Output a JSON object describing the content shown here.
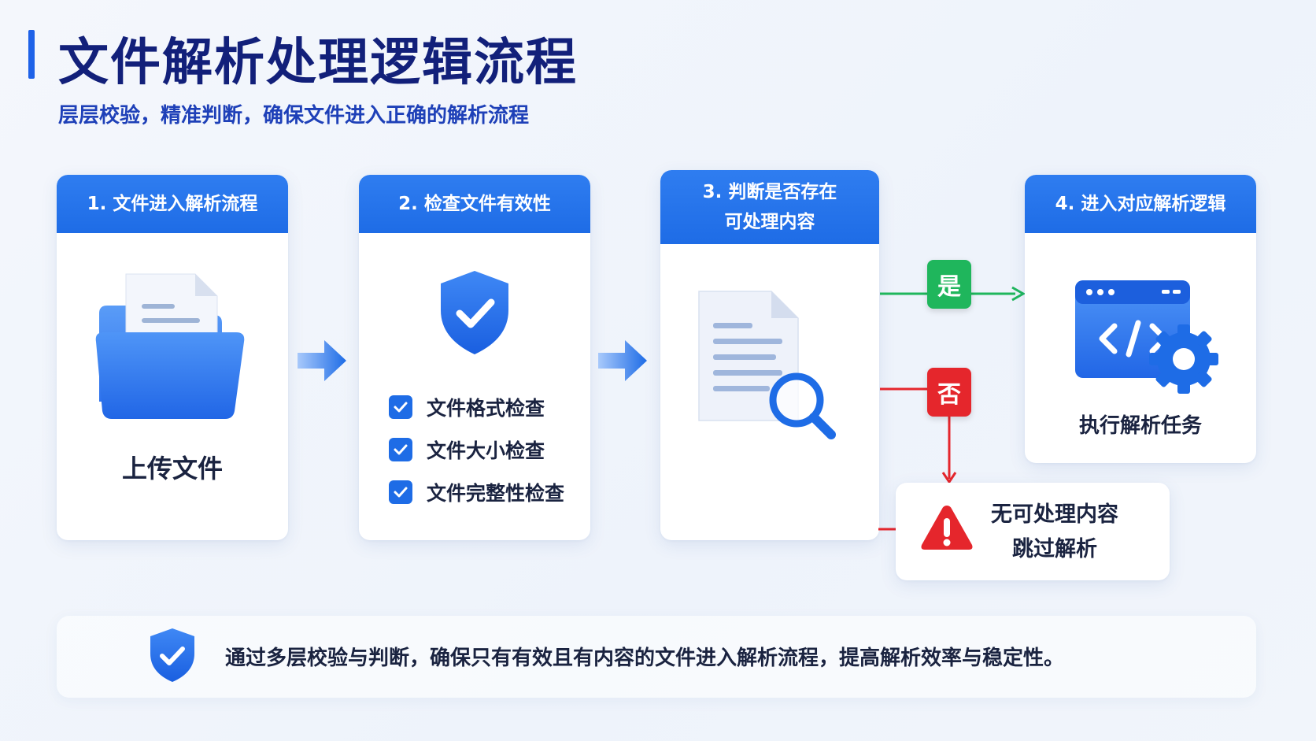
{
  "header": {
    "title": "文件解析处理逻辑流程",
    "subtitle": "层层校验，精准判断，确保文件进入正确的解析流程"
  },
  "steps": [
    {
      "title": "1. 文件进入解析流程",
      "icon": "folder-document-icon",
      "label": "上传文件"
    },
    {
      "title": "2. 检查文件有效性",
      "icon": "shield-check-icon",
      "checks": [
        "文件格式检查",
        "文件大小检查",
        "文件完整性检查"
      ]
    },
    {
      "title_line1": "3. 判断是否存在",
      "title_line2": "可处理内容",
      "icon": "document-search-icon"
    },
    {
      "title": "4. 进入对应解析逻辑",
      "icon": "code-window-gear-icon",
      "label": "执行解析任务"
    }
  ],
  "branches": {
    "yes_label": "是",
    "no_label": "否",
    "skip_line1": "无可处理内容",
    "skip_line2": "跳过解析",
    "skip_icon": "warning-icon"
  },
  "footer": {
    "icon": "shield-check-icon",
    "text": "通过多层校验与判断，确保只有有效且有内容的文件进入解析流程，提高解析效率与稳定性。"
  },
  "colors": {
    "primary": "#1e6ce6",
    "title": "#12207a",
    "yes": "#1fb65c",
    "no": "#e5262c"
  }
}
